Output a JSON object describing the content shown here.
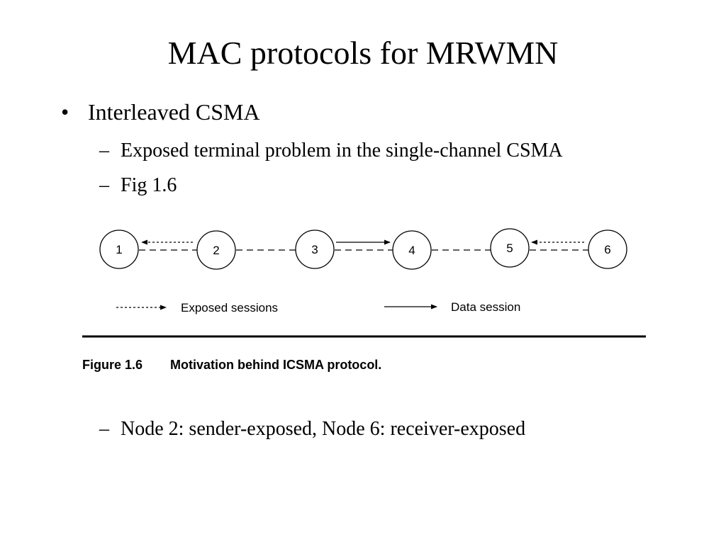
{
  "slide": {
    "title": "MAC protocols for MRWMN",
    "bullet_marker": "•",
    "sub_marker": "–",
    "bullet": "Interleaved CSMA",
    "subitems": [
      "Exposed terminal problem in the single-channel CSMA",
      "Fig 1.6"
    ],
    "last_subitem": "Node 2: sender-exposed, Node 6: receiver-exposed"
  },
  "figure": {
    "nodes": [
      "1",
      "2",
      "3",
      "4",
      "5",
      "6"
    ],
    "legend": {
      "exposed_label": "Exposed sessions",
      "data_label": "Data session"
    },
    "caption_number": "Figure 1.6",
    "caption_text": "Motivation behind ICSMA protocol."
  }
}
